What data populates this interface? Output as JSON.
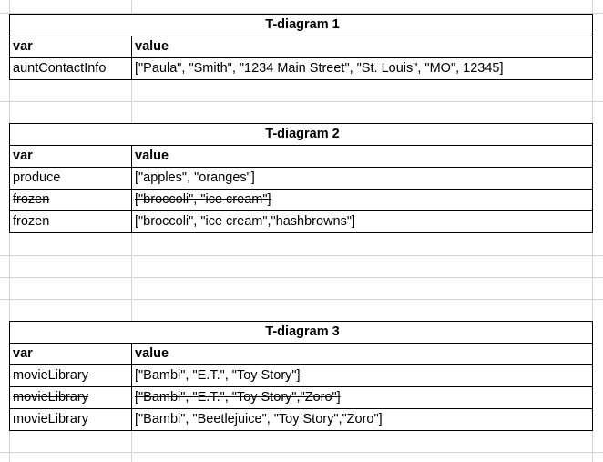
{
  "tables": [
    {
      "title": "T-diagram 1",
      "col_var": "var",
      "col_value": "value",
      "rows": [
        {
          "var": "auntContactInfo",
          "value": "[\"Paula\", \"Smith\", \"1234 Main Street\", \"St. Louis\", \"MO\", 12345]",
          "struck": false
        }
      ]
    },
    {
      "title": "T-diagram 2",
      "col_var": "var",
      "col_value": "value",
      "rows": [
        {
          "var": "produce",
          "value": "[\"apples\", \"oranges\"]",
          "struck": false
        },
        {
          "var": "frozen",
          "value": "[\"broccoli\", \"ice cream\"]",
          "struck": true
        },
        {
          "var": "frozen",
          "value": "[\"broccoli\", \"ice cream\",\"hashbrowns\"]",
          "struck": false
        }
      ]
    },
    {
      "title": "T-diagram 3",
      "col_var": "var",
      "col_value": "value",
      "rows": [
        {
          "var": "movieLibrary",
          "value": "[\"Bambi\", \"E.T.\", \"Toy Story\"]",
          "struck": true
        },
        {
          "var": "movieLibrary",
          "value": "[\"Bambi\", \"E.T.\", \"Toy Story\",\"Zoro\"]",
          "struck": true
        },
        {
          "var": "movieLibrary",
          "value": "[\"Bambi\", \"Beetlejuice\", \"Toy Story\",\"Zoro\"]",
          "struck": false
        }
      ]
    }
  ]
}
